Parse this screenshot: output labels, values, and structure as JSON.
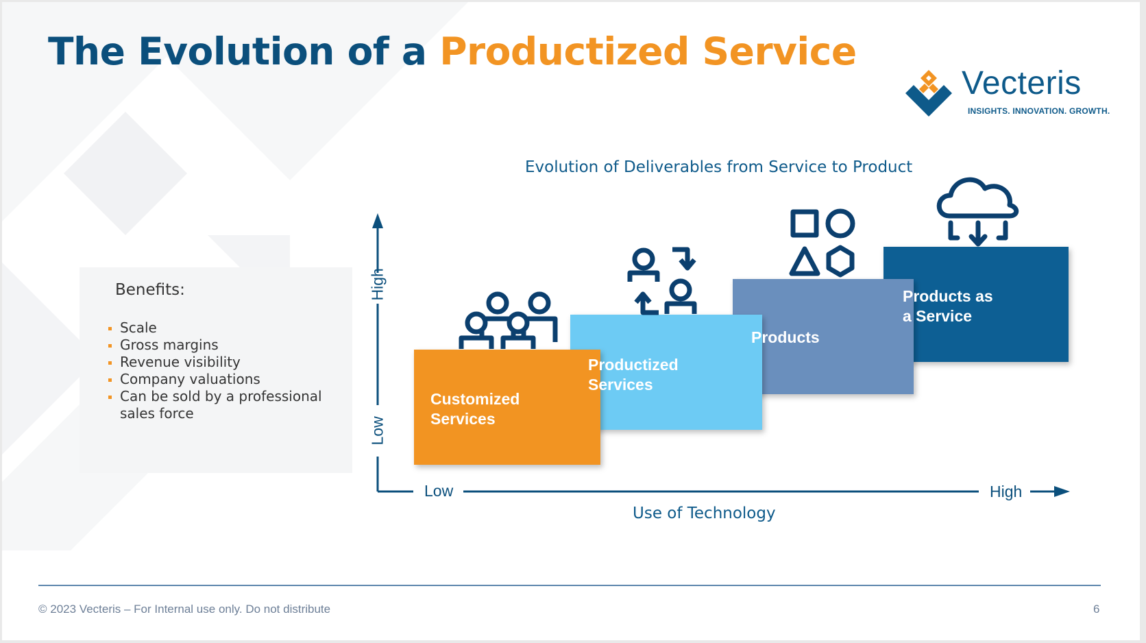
{
  "title": {
    "part1": "The Evolution of a ",
    "part2": "Productized Service"
  },
  "logo": {
    "name": "Vecteris",
    "tagline": "INSIGHTS. INNOVATION. GROWTH."
  },
  "benefits": {
    "heading": "Benefits:",
    "items": [
      "Scale",
      "Gross margins",
      "Revenue visibility",
      "Company valuations",
      "Can be sold by a professional sales force"
    ]
  },
  "diagram": {
    "title": "Evolution of Deliverables from Service to Product",
    "y_axis": {
      "low": "Low",
      "high": "High"
    },
    "x_axis": {
      "low": "Low",
      "high": "High",
      "title": "Use of Technology"
    },
    "steps": [
      {
        "label_line1": "Customized",
        "label_line2": "Services",
        "icon": "people-group-icon",
        "color": "#f29423"
      },
      {
        "label_line1": "Productized",
        "label_line2": "Services",
        "icon": "people-exchange-icon",
        "color": "#6dcbf4"
      },
      {
        "label_line1": "Products",
        "label_line2": "",
        "icon": "shapes-icon",
        "color": "#6b8fbd"
      },
      {
        "label_line1": "Products as",
        "label_line2": "a Service",
        "icon": "cloud-download-icon",
        "color": "#0e5f94"
      }
    ]
  },
  "footer": {
    "copyright": "© 2023 Vecteris – For Internal use only. Do not distribute",
    "page": "6"
  }
}
